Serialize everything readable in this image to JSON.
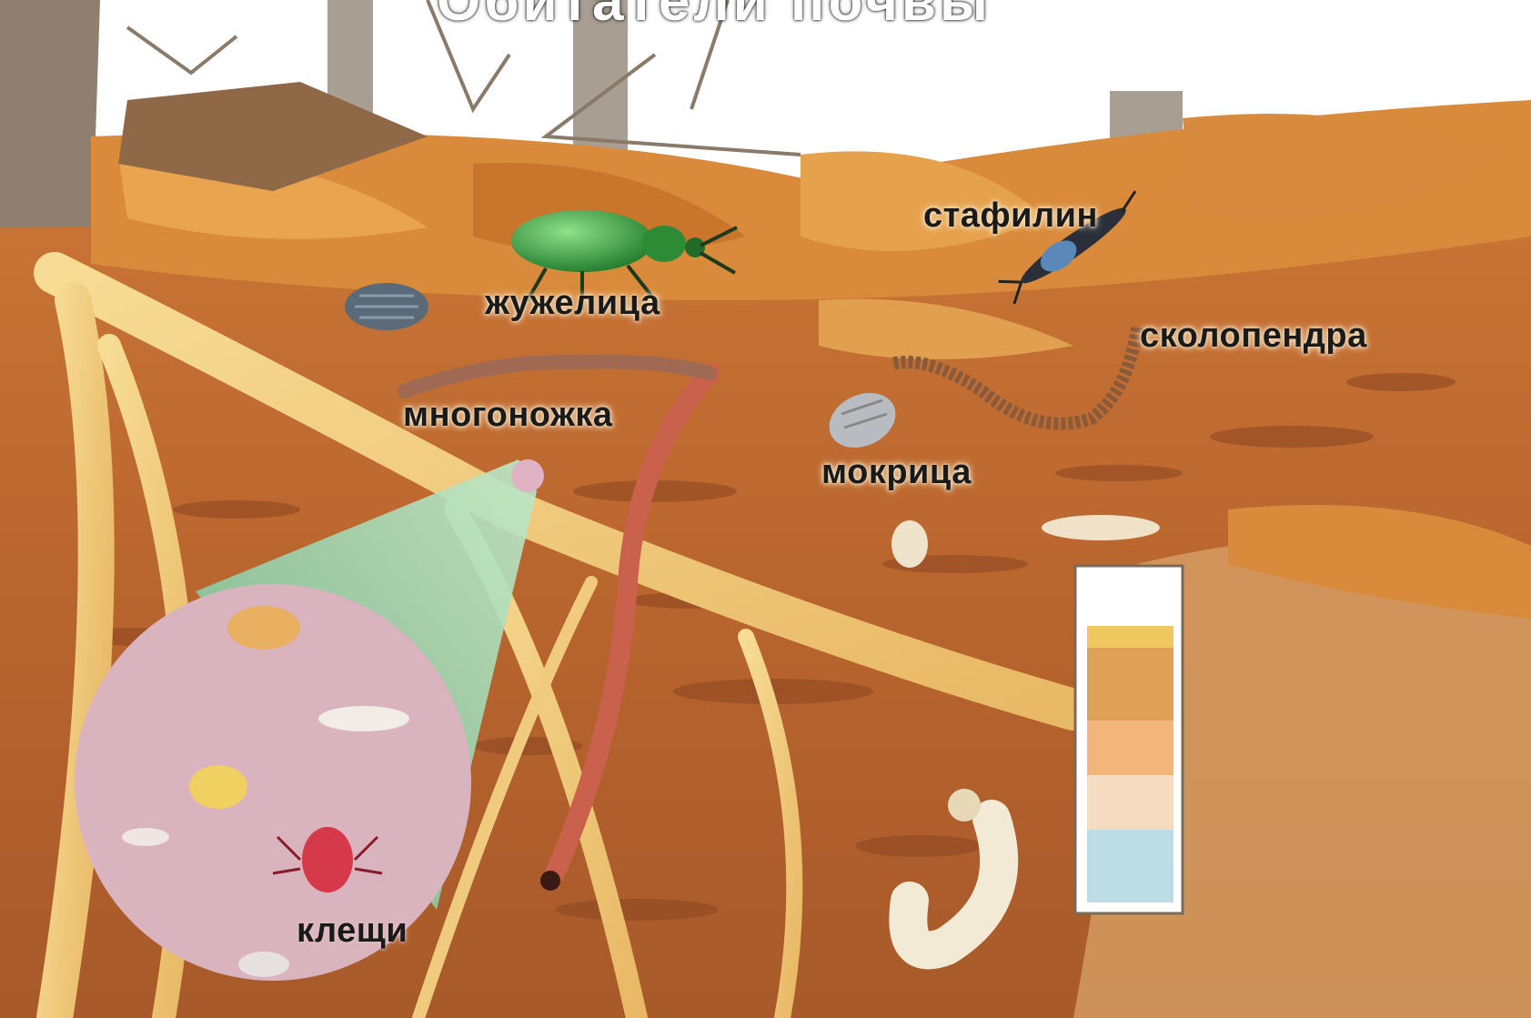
{
  "title": "Обитатели почвы",
  "labels": {
    "zhuzhelitsa": "жужелица",
    "stafilin": "стафилин",
    "skolopendra": "сколопендра",
    "mnogonozhka": "многоножка",
    "mokritsa": "мокрица",
    "kleshchi": "клещи"
  },
  "colors": {
    "leaf_litter": "#d98a3a",
    "soil": "#b8642e",
    "soil_dark": "#8a4520",
    "roots": "#f2cf7e",
    "magnifier_circle": "#d9b3bd",
    "magnifier_beam": "#7fc9a0",
    "beetle_green": "#3a9a3a",
    "worm": "#c9614c",
    "mite_red": "#d63a4a"
  }
}
